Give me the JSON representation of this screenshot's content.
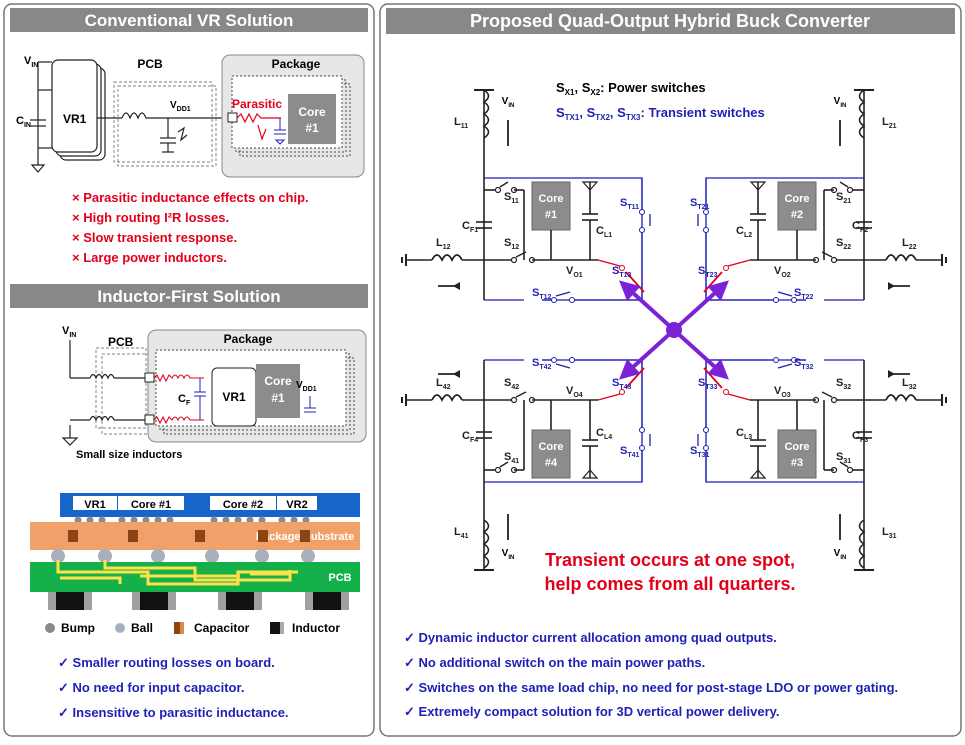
{
  "left": {
    "conventional": {
      "title": "Conventional VR Solution",
      "labels": {
        "vin": "V",
        "vin_sub": "IN",
        "cin": "C",
        "cin_sub": "IN",
        "vr1": "VR1",
        "pcb": "PCB",
        "package": "Package",
        "vdd1": "V",
        "vdd1_sub": "DD1",
        "parasitic": "Parasitic",
        "core": "Core",
        "core_num": "#1"
      },
      "bullets": [
        {
          "mark": "×",
          "text": "Parasitic inductance effects on chip."
        },
        {
          "mark": "×",
          "text": "High routing I²R losses."
        },
        {
          "mark": "×",
          "text": "Slow transient response."
        },
        {
          "mark": "×",
          "text": "Large power inductors."
        }
      ]
    },
    "inductor_first": {
      "title": "Inductor-First Solution",
      "labels": {
        "vin": "V",
        "vin_sub": "IN",
        "pcb": "PCB",
        "package": "Package",
        "cf": "C",
        "cf_sub": "F",
        "vr1": "VR1",
        "core": "Core",
        "core_num": "#1",
        "vdd1": "V",
        "vdd1_sub": "DD1",
        "small_inductors": "Small size inductors"
      }
    },
    "stack": {
      "chips": [
        "VR1",
        "Core #1",
        "Core #2",
        "VR2"
      ],
      "package_substrate": "Package Substrate",
      "pcb": "PCB",
      "legend": [
        {
          "name": "Bump",
          "color": "#8a8a8a"
        },
        {
          "name": "Ball",
          "color": "#a7b0bc"
        },
        {
          "name": "Capacitor",
          "color": "#8b4513"
        },
        {
          "name": "Inductor",
          "color": "#111111"
        }
      ]
    },
    "checks": [
      "Smaller routing losses on board.",
      "No need for input capacitor.",
      "Insensitive to parasitic inductance."
    ]
  },
  "right": {
    "title": "Proposed Quad-Output Hybrid Buck Converter",
    "legend_power": {
      "main": "S",
      "sub1": "X1",
      "sep": ", S",
      "sub2": "X2",
      "tail": ": Power switches"
    },
    "legend_transient": {
      "main": "S",
      "sub1": "TX1",
      "sep1": ", S",
      "sub2": "TX2",
      "sep2": ", S",
      "sub3": "TX3",
      "tail": ": Transient switches"
    },
    "quadrants": [
      {
        "core": "Core",
        "num": "#1",
        "L_top": "11",
        "L_side": "12",
        "CF": "F1",
        "CL": "L1",
        "S_a": "11",
        "S_b": "12",
        "VO": "O1",
        "ST_a": "T11",
        "ST_b": "T12",
        "ST_c": "T13"
      },
      {
        "core": "Core",
        "num": "#2",
        "L_top": "21",
        "L_side": "22",
        "CF": "F2",
        "CL": "L2",
        "S_a": "21",
        "S_b": "22",
        "VO": "O2",
        "ST_a": "T21",
        "ST_b": "T22",
        "ST_c": "T23"
      },
      {
        "core": "Core",
        "num": "#3",
        "L_top": "31",
        "L_side": "32",
        "CF": "F3",
        "CL": "L3",
        "S_a": "31",
        "S_b": "32",
        "VO": "O3",
        "ST_a": "T31",
        "ST_b": "T32",
        "ST_c": "T33"
      },
      {
        "core": "Core",
        "num": "#4",
        "L_top": "41",
        "L_side": "42",
        "CF": "F4",
        "CL": "L4",
        "S_a": "41",
        "S_b": "42",
        "VO": "O4",
        "ST_a": "T41",
        "ST_b": "T42",
        "ST_c": "T43"
      }
    ],
    "vin": "V",
    "vin_sub": "IN",
    "callout_line1": "Transient occurs at one spot,",
    "callout_line2": "help comes from all quarters.",
    "checks": [
      "Dynamic inductor current allocation among quad outputs.",
      "No additional switch on the main power paths.",
      "Switches on the same load chip, no need for post-stage LDO or power gating.",
      "Extremely compact solution for 3D vertical power delivery."
    ]
  },
  "colors": {
    "header": "#888888",
    "red": "#e3001b",
    "blue": "#1f1fb4",
    "purple": "#7b22d6",
    "core": "#8c8c8c",
    "pcb": "#14b14b",
    "substrate": "#f0a16a",
    "chip": "#1566c8"
  }
}
